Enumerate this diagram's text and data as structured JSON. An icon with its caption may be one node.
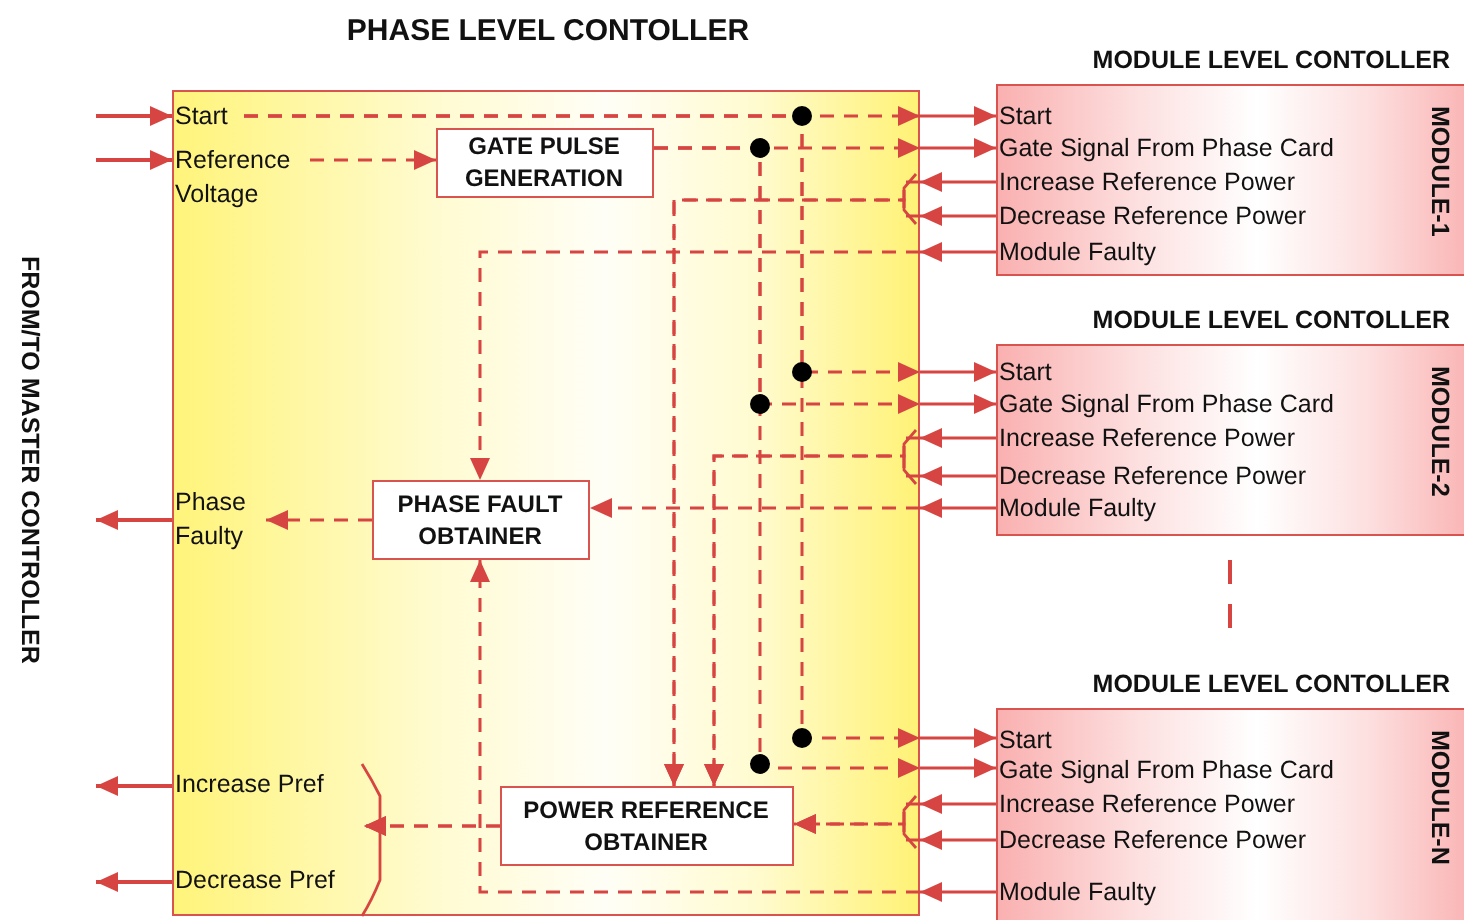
{
  "diagram": {
    "nodes": [
      {
        "text": [
          "PHASE LEVEL CONTOLLER"
        ]
      },
      {
        "text": [
          "Start"
        ],
        "in": 0
      },
      {
        "text": [
          "Reference Voltage"
        ],
        "in": 0
      },
      {
        "text": [
          "GATE PULSE GENERATION"
        ],
        "in": 0
      },
      {
        "text": [
          "Phase Faulty"
        ],
        "in": 0
      },
      {
        "text": [
          "PHASE FAULT OBTAINER"
        ],
        "in": 0
      },
      {
        "text": [
          "Increase Pref"
        ],
        "in": 0
      },
      {
        "text": [
          "Decrease Pref"
        ],
        "in": 0
      },
      {
        "text": [
          "POWER REFERENCE OBTAINER"
        ],
        "in": 0
      },
      {
        "text": [
          "MODULE LEVEL CONTOLLER",
          "MODULE-1"
        ]
      },
      {
        "text": [
          "Start"
        ],
        "in": 9
      },
      {
        "text": [
          "Gate Signal From Phase Card"
        ],
        "in": 9
      },
      {
        "text": [
          "Increase Reference Power"
        ],
        "in": 9
      },
      {
        "text": [
          "Decrease Reference Power"
        ],
        "in": 9
      },
      {
        "text": [
          "Module Faulty"
        ],
        "in": 9
      },
      {
        "text": [
          "MODULE LEVEL CONTOLLER",
          "MODULE-2"
        ]
      },
      {
        "text": [
          "Start"
        ],
        "in": 15
      },
      {
        "text": [
          "Gate Signal From Phase Card"
        ],
        "in": 15
      },
      {
        "text": [
          "Increase Reference Power"
        ],
        "in": 15
      },
      {
        "text": [
          "Decrease Reference Power"
        ],
        "in": 15
      },
      {
        "text": [
          "Module Faulty"
        ],
        "in": 15
      },
      {
        "text": [
          "MODULE LEVEL CONTOLLER",
          "MODULE-N"
        ]
      },
      {
        "text": [
          "Start"
        ],
        "in": 21
      },
      {
        "text": [
          "Gate Signal From Phase Card"
        ],
        "in": 21
      },
      {
        "text": [
          "Increase Reference Power"
        ],
        "in": 21
      },
      {
        "text": [
          "Decrease Reference Power"
        ],
        "in": 21
      },
      {
        "text": [
          "Module Faulty"
        ],
        "in": 21
      }
    ],
    "edges": [
      {
        "from": null,
        "to": 1,
        "arrow": "to"
      },
      {
        "from": null,
        "to": 2,
        "arrow": "to"
      },
      {
        "from": 2,
        "to": 3,
        "arrow": "to",
        "style": "dashed"
      },
      {
        "from": 1,
        "to": 10,
        "arrow": "to",
        "style": "dashed"
      },
      {
        "from": 1,
        "to": 16,
        "arrow": "to",
        "style": "dashed"
      },
      {
        "from": 1,
        "to": 22,
        "arrow": "to",
        "style": "dashed"
      },
      {
        "from": 3,
        "to": 11,
        "arrow": "to",
        "style": "dashed"
      },
      {
        "from": 3,
        "to": 17,
        "arrow": "to",
        "style": "dashed"
      },
      {
        "from": 3,
        "to": 23,
        "arrow": "to",
        "style": "dashed"
      },
      {
        "from": 12,
        "to": 8,
        "arrow": "to",
        "style": "dashed"
      },
      {
        "from": 13,
        "to": 8,
        "arrow": "to",
        "style": "dashed"
      },
      {
        "from": 18,
        "to": 8,
        "arrow": "to",
        "style": "dashed"
      },
      {
        "from": 19,
        "to": 8,
        "arrow": "to",
        "style": "dashed"
      },
      {
        "from": 24,
        "to": 8,
        "arrow": "to",
        "style": "dashed"
      },
      {
        "from": 25,
        "to": 8,
        "arrow": "to",
        "style": "dashed"
      },
      {
        "from": 14,
        "to": 5,
        "arrow": "to",
        "style": "dashed"
      },
      {
        "from": 20,
        "to": 5,
        "arrow": "to",
        "style": "dashed"
      },
      {
        "from": 26,
        "to": 5,
        "arrow": "to",
        "style": "dashed"
      },
      {
        "from": 5,
        "to": 4,
        "arrow": "to",
        "style": "dashed"
      },
      {
        "from": 4,
        "to": null,
        "arrow": "to"
      },
      {
        "from": 8,
        "to": 6,
        "arrow": "to",
        "style": "dashed"
      },
      {
        "from": 8,
        "to": 7,
        "arrow": "to",
        "style": "dashed"
      },
      {
        "from": 6,
        "to": null,
        "arrow": "to"
      },
      {
        "from": 7,
        "to": null,
        "arrow": "to"
      }
    ],
    "labels": [
      "FROM/TO MASTER CONTROLLER"
    ]
  }
}
